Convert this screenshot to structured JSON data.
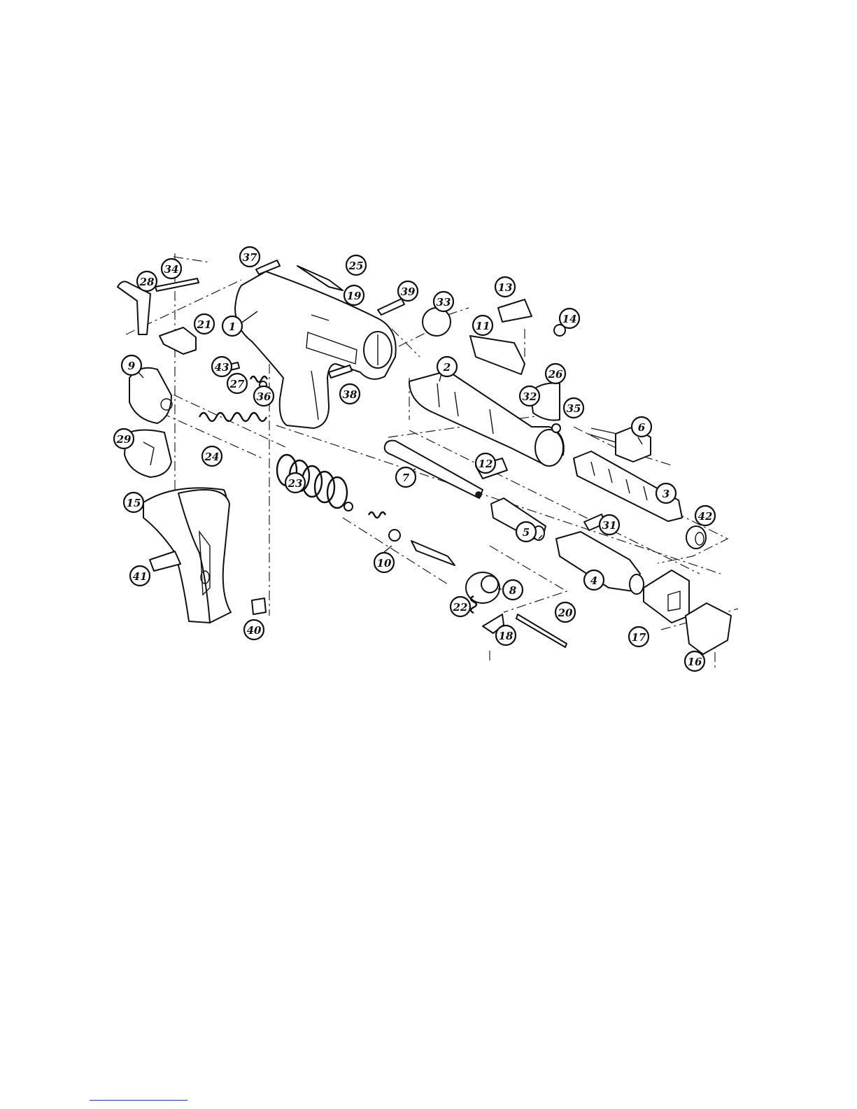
{
  "diagram": {
    "part_labels": [
      "1",
      "2",
      "3",
      "4",
      "5",
      "6",
      "7",
      "8",
      "9",
      "10",
      "11",
      "12",
      "13",
      "14",
      "15",
      "16",
      "17",
      "18",
      "19",
      "20",
      "21",
      "22",
      "23",
      "24",
      "25",
      "26",
      "27",
      "28",
      "29",
      "31",
      "32",
      "33",
      "34",
      "35",
      "36",
      "37",
      "38",
      "39",
      "40",
      "41",
      "42",
      "43"
    ],
    "colors": {
      "line": "#111111",
      "footer_rule": "#2b3fd6"
    }
  }
}
